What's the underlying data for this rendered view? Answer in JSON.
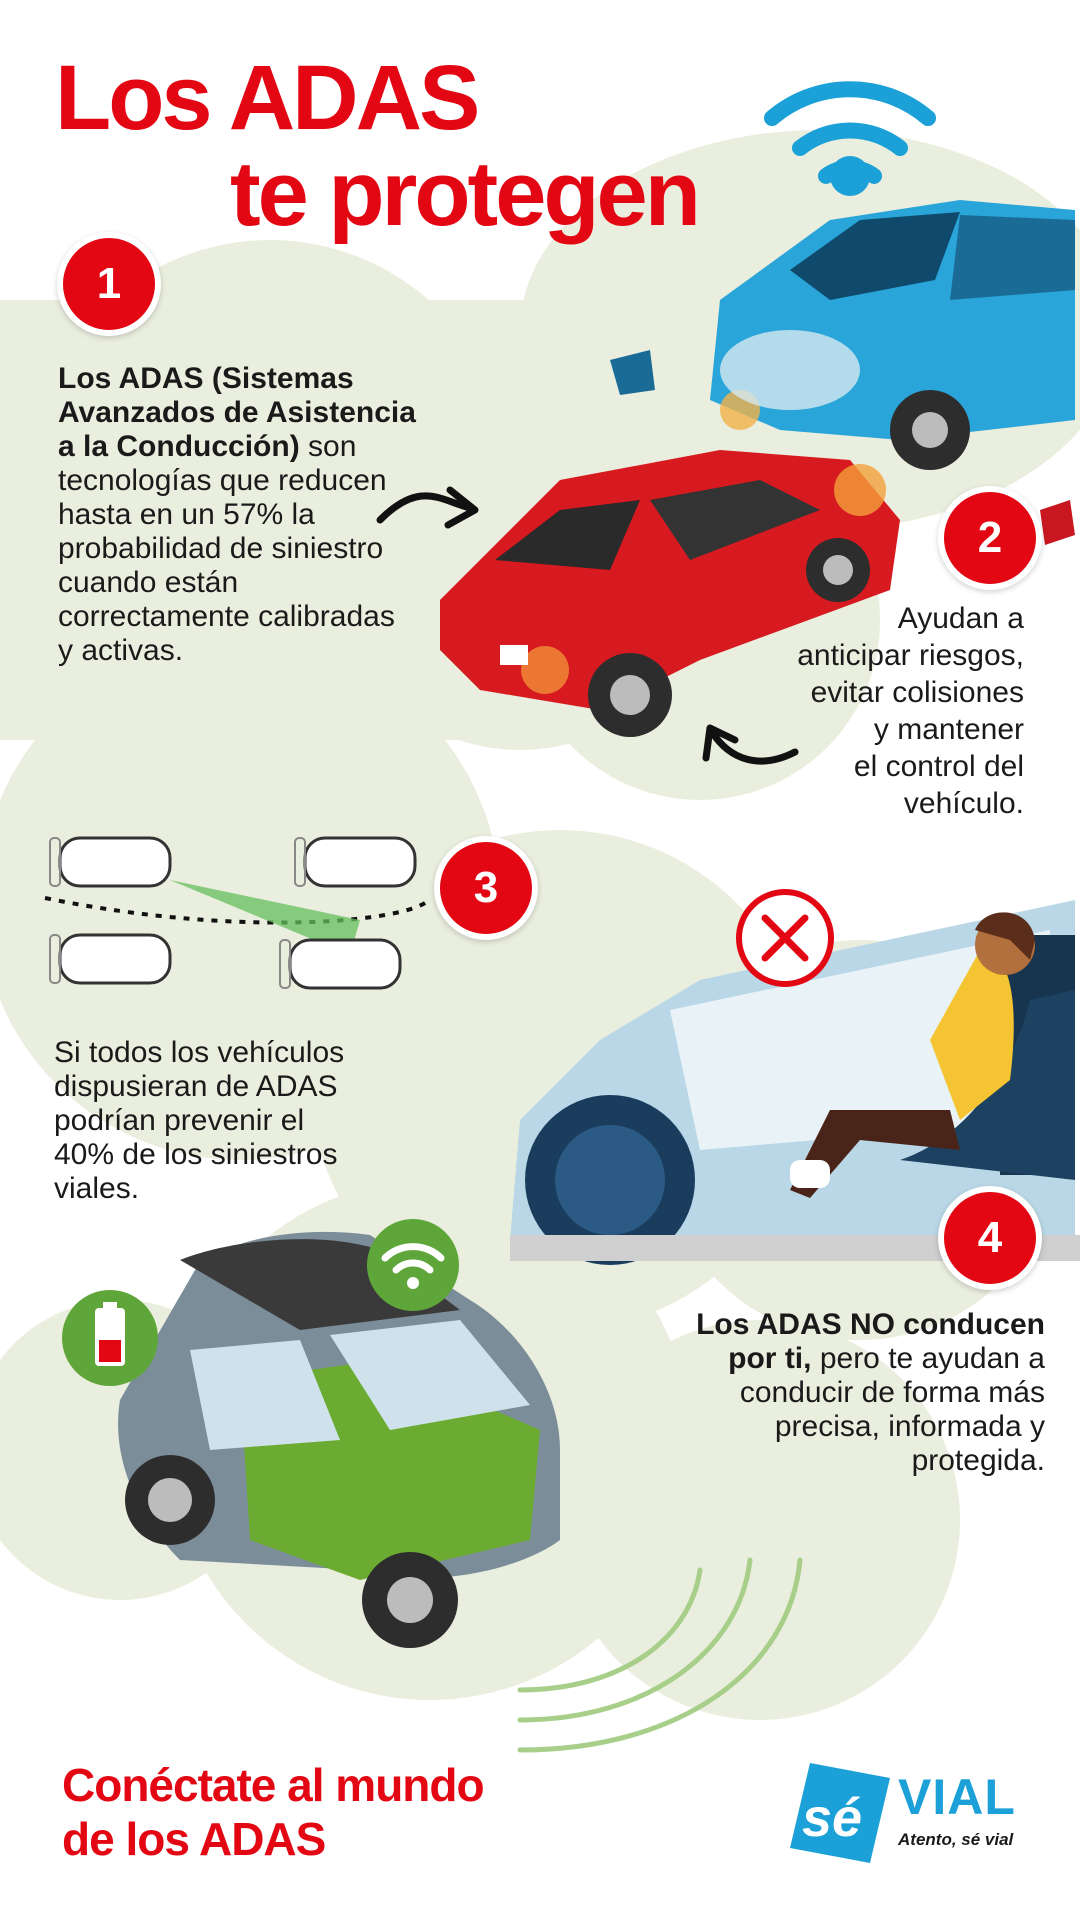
{
  "title": {
    "line1": "Los ADAS",
    "line2": "te protegen"
  },
  "colors": {
    "accent": "#e30613",
    "blob": "#eaeede",
    "brand": "#1ba0d8"
  },
  "step1": {
    "number": "1",
    "bold": "Los ADAS (Sistemas Avanzados de Asistencia a la Conducción)",
    "rest": " son tecnologías que reducen hasta en un 57% la probabilidad de siniestro cuando están correctamente calibradas y activas."
  },
  "step2": {
    "number": "2",
    "text": [
      "Ayudan a",
      "anticipar riesgos,",
      "evitar colisiones",
      "y mantener",
      "el control del",
      "vehículo."
    ]
  },
  "step3": {
    "number": "3",
    "text": [
      "Si todos los vehículos",
      "dispusieran de ADAS",
      "podrían prevenir el",
      "40% de los siniestros",
      "viales."
    ]
  },
  "step4": {
    "number": "4",
    "bold": "Los ADAS NO conducen por ti,",
    "rest": " pero te ayudan a conducir de forma más precisa, informada y protegida."
  },
  "footer": {
    "line1": "Conéctate al mundo",
    "line2": "de los ADAS"
  },
  "logo": {
    "mark": "sé",
    "name": "VIAL",
    "tagline": "Atento, sé vial"
  },
  "icons": [
    "wifi-icon",
    "curved-arrow-icon",
    "x-circle-icon",
    "battery-icon",
    "wifi-badge-icon"
  ]
}
